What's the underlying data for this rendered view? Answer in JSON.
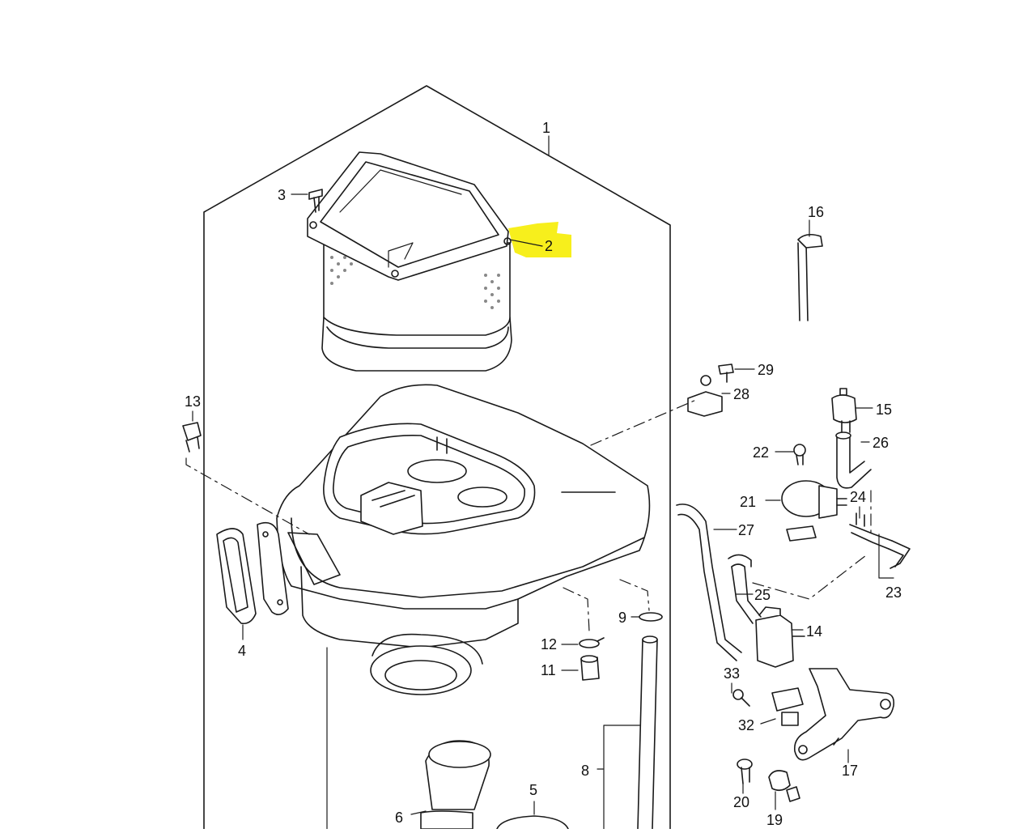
{
  "diagram": {
    "highlight_color": "#f7ef1c",
    "line_color": "#1a1a1a",
    "callouts": {
      "c1": "1",
      "c2": "2",
      "c3": "3",
      "c4": "4",
      "c5": "5",
      "c6": "6",
      "c8": "8",
      "c9": "9",
      "c11": "11",
      "c12": "12",
      "c13": "13",
      "c14": "14",
      "c15": "15",
      "c16": "16",
      "c17": "17",
      "c19": "19",
      "c20": "20",
      "c21": "21",
      "c22": "22",
      "c23": "23",
      "c24": "24",
      "c25": "25",
      "c26": "26",
      "c27": "27",
      "c28": "28",
      "c29": "29",
      "c32": "32",
      "c33": "33"
    }
  }
}
